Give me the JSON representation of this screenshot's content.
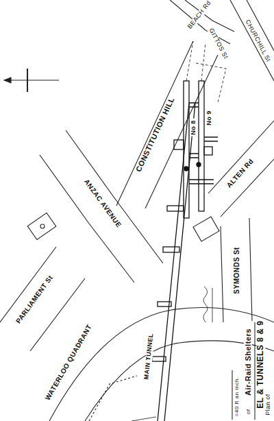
{
  "diagram": {
    "labels": [
      "BEACH Rd",
      "GITTOS St",
      "CHURCHILL St",
      "CONSTITUTION HILL",
      "No 8",
      "No 9",
      "ALTEN Rd",
      "ANZAC AVENUE",
      "PARLIAMENT St",
      "WATERLOO QUADRANT",
      "SYMONDS St",
      "MAIN TUNNEL",
      "Plan of",
      "EL & TUNNELS 8 & 9",
      "of",
      "Air-Raid Shelters",
      "=40 ft an inch."
    ]
  }
}
